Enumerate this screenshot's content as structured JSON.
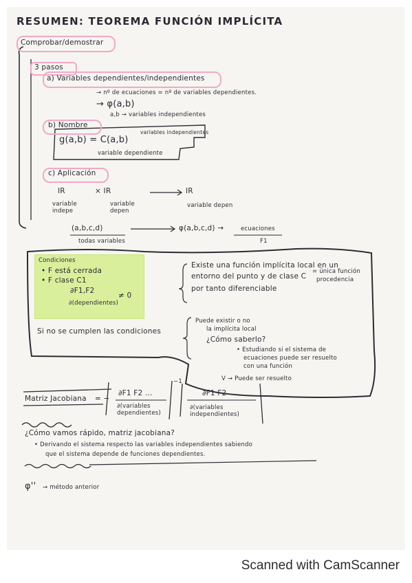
{
  "title": "RESUMEN: TEOREMA FUNCIÓN IMPLÍCITA",
  "comprobar": "Comprobar/demostrar",
  "pasos": "3 pasos",
  "paso_a": {
    "label": "a) Variables dependientes/independientes",
    "note1": "→ nº de ecuaciones = nº de variables dependientes.",
    "fn": "→ φ(a,b)",
    "note2": "a,b → variables independientes"
  },
  "paso_b": {
    "label": "b) Nombre",
    "formula": "g(a,b) = C(a,b)",
    "var_indep": "variables independientes",
    "var_dep": "variable dependiente"
  },
  "paso_c": {
    "label": "c) Aplicación",
    "map1": "IR",
    "map_times": "× IR",
    "map2": "IR",
    "vi1": "variable indepe",
    "vi2": "variable depen",
    "vd": "variable depen",
    "tuple": "(a,b,c,d)",
    "tuple_note": "todas variables",
    "arrow_to": "φ(a,b,c,d) →",
    "ecuaciones": "ecuaciones",
    "fi": "F1"
  },
  "condiciones": {
    "title": "Condiciones",
    "c1": "• F está cerrada",
    "c2": "• F clase C1",
    "c3_num": "∂F1,F2",
    "c3_den": "∂(dependientes)",
    "c3_ne": "≠ 0",
    "result1": "Existe una función implícita local en un",
    "result2": "entorno del punto y de clase C",
    "result2b": "= única función",
    "result2c": "procedencia",
    "result3": "por tanto diferenciable"
  },
  "no_cumple": {
    "label": "Si no se cumplen las condiciones",
    "r1": "Puede existir o no",
    "r2": "la implícita local",
    "r3": "¿Cómo saberlo?",
    "r4": "• Estudiando si el sistema de",
    "r5": "ecuaciones puede ser resuelto",
    "r6": "con una función",
    "r7": "V → Puede ser resuelto"
  },
  "jacobiana": {
    "label": "Matriz Jacobiana",
    "eq": "= −",
    "n1": "∂F1 F2 ...",
    "d1": "∂(variables dependientes)",
    "exp": "−1",
    "n2": "∂F1  F2",
    "d2": "∂(variables independientes)"
  },
  "rapido": {
    "q": "¿Cómo vamos rápido, matriz jacobiana?",
    "a1": "• Derivando el sistema respecto las variables independientes sabiendo",
    "a2": "que el sistema depende de funciones dependientes."
  },
  "phi2": {
    "sym": "φ''",
    "text": "→ método anterior"
  },
  "footer": "Scanned with CamScanner",
  "colors": {
    "ink": "#2b2b35",
    "pink": "#f2a8c8",
    "green": "#d9ef9c",
    "paper": "#f6f5f1"
  }
}
